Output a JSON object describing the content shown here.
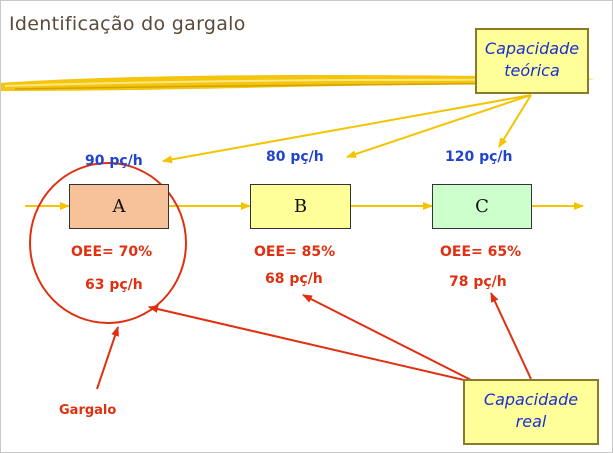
{
  "title": "Identificação do gargalo",
  "callouts": {
    "teorica": [
      "Capacidade",
      "teórica"
    ],
    "real": [
      "Capacidade",
      "real"
    ]
  },
  "stations": [
    {
      "label": "A",
      "capacity": "90 pç/h",
      "oee": "OEE= 70%",
      "real": "63 pç/h",
      "fill": "#f7c29a"
    },
    {
      "label": "B",
      "capacity": "80 pç/h",
      "oee": "OEE= 85%",
      "real": "68 pç/h",
      "fill": "#ffff99"
    },
    {
      "label": "C",
      "capacity": "120 pç/h",
      "oee": "OEE= 65%",
      "real": "78 pç/h",
      "fill": "#ccffcc"
    }
  ],
  "bottleneck_label": "Gargalo",
  "colors": {
    "flow_arrow": "#f5c400",
    "callout_arrow": "#f5c400",
    "real_arrow": "#e03010",
    "circle": "#e03010",
    "capacity_text": "#2244cc",
    "real_text": "#e03010"
  }
}
